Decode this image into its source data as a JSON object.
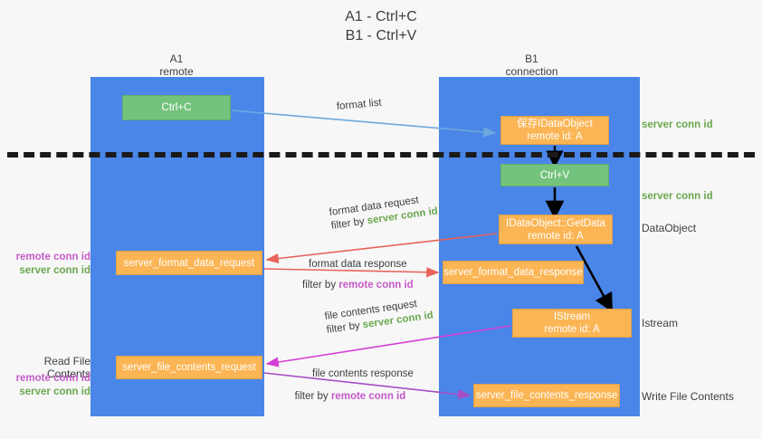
{
  "title": "A1 - Ctrl+C\nB1 - Ctrl+V",
  "columns": [
    {
      "name": "A1",
      "role": "remote"
    },
    {
      "name": "B1",
      "role": "connection"
    }
  ],
  "nodes": {
    "ctrl_c": {
      "label": "Ctrl+C"
    },
    "save_idataobject": {
      "label": "保存IDataObject",
      "sub": "remote id: A"
    },
    "ctrl_v": {
      "label": "Ctrl+V"
    },
    "getdata": {
      "label": "IDataObject::GetData",
      "sub": "remote id: A"
    },
    "server_format_data_request": {
      "label": "server_format_data_request"
    },
    "server_format_data_response": {
      "label": "server_format_data_response"
    },
    "istream": {
      "label": "IStream",
      "sub": "remote id: A"
    },
    "server_file_contents_request": {
      "label": "server_file_contents_request"
    },
    "server_file_contents_response": {
      "label": "server_file_contents_response"
    }
  },
  "edge_labels": {
    "format_list": "format list",
    "format_data_request": "format data request",
    "format_data_request_filter_prefix": "filter by ",
    "format_data_request_filter_value": "server conn id",
    "format_data_response": "format data response",
    "format_data_response_filter_prefix": "filter by ",
    "format_data_response_filter_value": "remote conn id",
    "file_contents_request": "file contents request",
    "file_contents_request_filter_prefix": "filter by ",
    "file_contents_request_filter_value": "server conn id",
    "file_contents_response": "file contents response",
    "file_contents_response_filter_prefix": "filter by ",
    "file_contents_response_filter_value": "remote conn id"
  },
  "annotations": {
    "server_conn_id_top": "server conn id",
    "server_conn_id_mid": "server conn id",
    "dataobject": "DataObject",
    "istream": "Istream",
    "write_file_contents": "Write File Contents",
    "read_file_contents": "Read File Contents",
    "remote_conn_id_a": "remote conn id",
    "server_conn_id_a": "server conn id",
    "remote_conn_id_b": "remote conn id",
    "server_conn_id_b": "server conn id"
  },
  "colors": {
    "lane": "#4a86e8",
    "green_node": "#74c37c",
    "orange_node": "#fbb554",
    "green_text": "#6aa84f",
    "purple_text": "#c55ac9",
    "arrow_blue": "#6fa8dc",
    "arrow_red": "#e8635a",
    "arrow_magenta": "#d53fd5",
    "arrow_purple": "#a64dc4",
    "arrow_black": "#000000",
    "divider": "#1a1a1a",
    "background": "#f7f7f7"
  }
}
